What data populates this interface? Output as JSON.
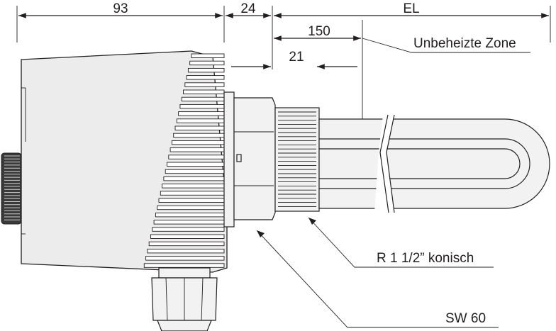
{
  "dimensions": {
    "housing_width": "93",
    "flange_width": "24",
    "element_length": "EL",
    "unheated_length": "150",
    "thread_offset": "21"
  },
  "labels": {
    "unheated_zone": "Unbeheizte Zone",
    "thread": "R 1 1/2” konisch",
    "wrench_size": "SW 60"
  },
  "colors": {
    "line": "#231f20",
    "housing": "#ececec",
    "metal": "#f2f2f2"
  }
}
